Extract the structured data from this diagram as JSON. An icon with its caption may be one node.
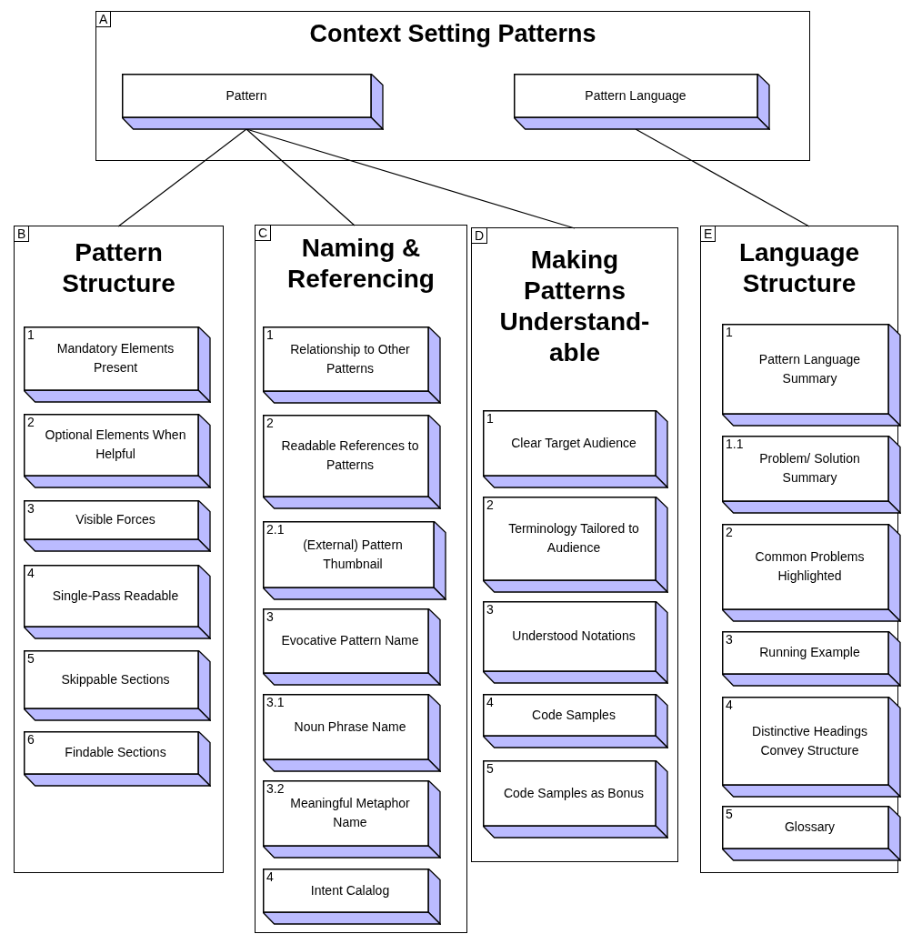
{
  "diagram": {
    "nodes": [
      {
        "text": [
          "A",
          "Context Setting Patterns"
        ]
      },
      {
        "text": [
          "Pattern"
        ],
        "in": 0
      },
      {
        "text": [
          "Pattern Language"
        ],
        "in": 0
      },
      {
        "text": [
          "B",
          "Pattern Structure"
        ]
      },
      {
        "text": [
          "1",
          "Mandatory Elements Present"
        ],
        "in": 3
      },
      {
        "text": [
          "2",
          "Optional Elements When Helpful"
        ],
        "in": 3
      },
      {
        "text": [
          "3",
          "Visible Forces"
        ],
        "in": 3
      },
      {
        "text": [
          "4",
          "Single-Pass Readable"
        ],
        "in": 3
      },
      {
        "text": [
          "5",
          "Skippable Sections"
        ],
        "in": 3
      },
      {
        "text": [
          "6",
          "Findable Sections"
        ],
        "in": 3
      },
      {
        "text": [
          "C",
          "Naming & Referencing"
        ]
      },
      {
        "text": [
          "1",
          "Relationship to Other Patterns"
        ],
        "in": 10
      },
      {
        "text": [
          "2",
          "Readable References to Patterns"
        ],
        "in": 10
      },
      {
        "text": [
          "2.1",
          "(External) Pattern Thumbnail"
        ],
        "in": 10
      },
      {
        "text": [
          "3",
          "Evocative Pattern Name"
        ],
        "in": 10
      },
      {
        "text": [
          "3.1",
          "Noun Phrase Name"
        ],
        "in": 10
      },
      {
        "text": [
          "3.2",
          "Meaningful Metaphor Name"
        ],
        "in": 10
      },
      {
        "text": [
          "4",
          "Intent Calalog"
        ],
        "in": 10
      },
      {
        "text": [
          "D",
          "Making Patterns Understand- able"
        ]
      },
      {
        "text": [
          "1",
          "Clear Target Audience"
        ],
        "in": 18
      },
      {
        "text": [
          "2",
          "Terminology Tailored to Audience"
        ],
        "in": 18
      },
      {
        "text": [
          "3",
          "Understood Notations"
        ],
        "in": 18
      },
      {
        "text": [
          "4",
          "Code Samples"
        ],
        "in": 18
      },
      {
        "text": [
          "5",
          "Code Samples as Bonus"
        ],
        "in": 18
      },
      {
        "text": [
          "E",
          "Language Structure"
        ]
      },
      {
        "text": [
          "1",
          "Pattern Language Summary"
        ],
        "in": 24
      },
      {
        "text": [
          "1.1",
          "Problem/ Solution Summary"
        ],
        "in": 24
      },
      {
        "text": [
          "2",
          "Common Problems Highlighted"
        ],
        "in": 24
      },
      {
        "text": [
          "3",
          "Running Example"
        ],
        "in": 24
      },
      {
        "text": [
          "4",
          "Distinctive Headings Convey Structure"
        ],
        "in": 24
      },
      {
        "text": [
          "5",
          "Glossary"
        ],
        "in": 24
      }
    ],
    "edges": [
      {
        "from": 1,
        "to": 3,
        "arrow": "none"
      },
      {
        "from": 1,
        "to": 10,
        "arrow": "none"
      },
      {
        "from": 1,
        "to": 18,
        "arrow": "none"
      },
      {
        "from": 2,
        "to": 24,
        "arrow": "none"
      }
    ]
  }
}
